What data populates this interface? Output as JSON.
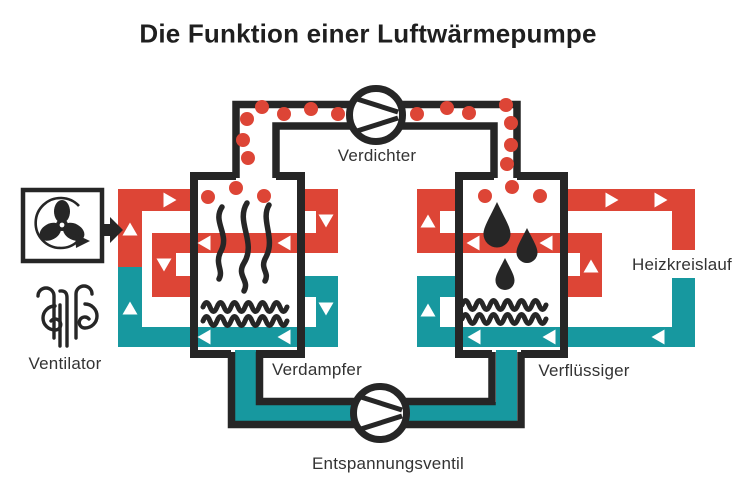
{
  "title": "Die Funktion einer Luftwärmepumpe",
  "labels": {
    "ventilator": "Ventilator",
    "verdichter": "Verdichter",
    "verdampfer": "Verdampfer",
    "verfluessiger": "Verflüssiger",
    "heizkreislauf": "Heizkreislauf",
    "entspannungsventil": "Entspannungsventil"
  },
  "colors": {
    "warm_pipe": "#dd4536",
    "cold_pipe": "#17989f",
    "outline_ink": "#262626",
    "label_text": "#333333",
    "title_text": "#1f1f1f",
    "arrow": "#ffffff",
    "background": "#ffffff"
  },
  "icons": {
    "fan": "fan-icon",
    "airflow": "airflow-icon",
    "compressor": "compressor-icon",
    "expansion_valve": "expansion-valve-icon",
    "refrigerant_gas": "red-dot-icon",
    "condensate_drops": "water-drop-icon",
    "heat": "heat-squiggle-icon",
    "water": "wave-icon"
  }
}
